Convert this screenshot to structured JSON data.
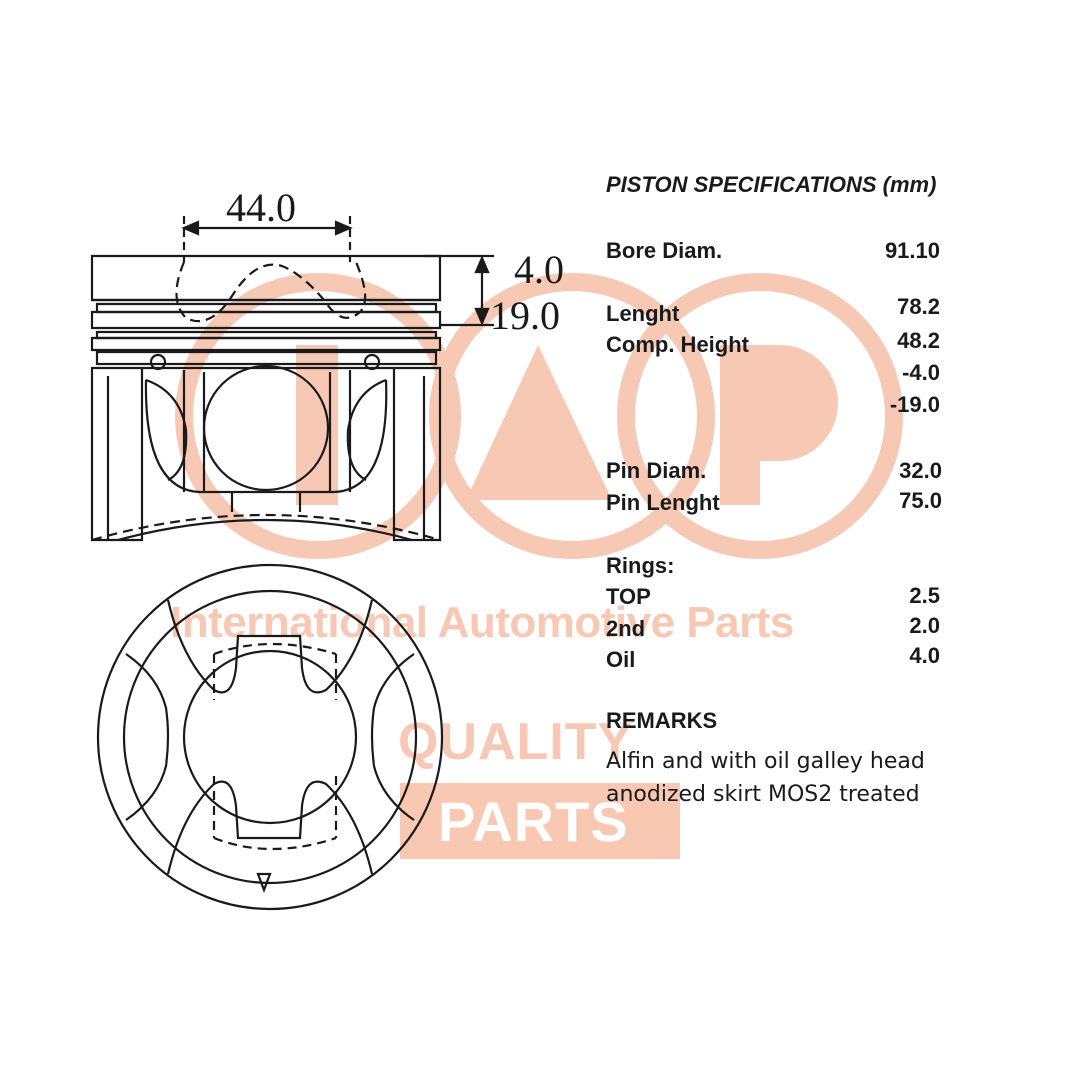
{
  "watermark": {
    "line1": "International Automotive Parts",
    "quality": "QUALITY",
    "parts": "PARTS"
  },
  "dimensions": {
    "top_width": "44.0",
    "ring_offset_1": "4.0",
    "ring_offset_2": "19.0"
  },
  "specs": {
    "title": "PISTON SPECIFICATIONS (mm)",
    "bore_label": "Bore Diam.",
    "bore_value": "91.10",
    "length_label": "Lenght",
    "length_value": "78.2",
    "comp_height_label": "Comp. Height",
    "comp_height_value": "48.2",
    "comp_offset_1": "-4.0",
    "comp_offset_2": "-19.0",
    "pin_diam_label": "Pin Diam.",
    "pin_diam_value": "32.0",
    "pin_length_label": "Pin Lenght",
    "pin_length_value": "75.0",
    "rings_label": "Rings:",
    "ring_top_label": "TOP",
    "ring_top_value": "2.5",
    "ring_2nd_label": "2nd",
    "ring_2nd_value": "2.0",
    "ring_oil_label": "Oil",
    "ring_oil_value": "4.0"
  },
  "remarks": {
    "title": "REMARKS",
    "text": "Alfin and with oil galley head anodized skirt MOS2 treated"
  },
  "colors": {
    "watermark": "#f7c9b4",
    "line": "#1a1a1a"
  }
}
